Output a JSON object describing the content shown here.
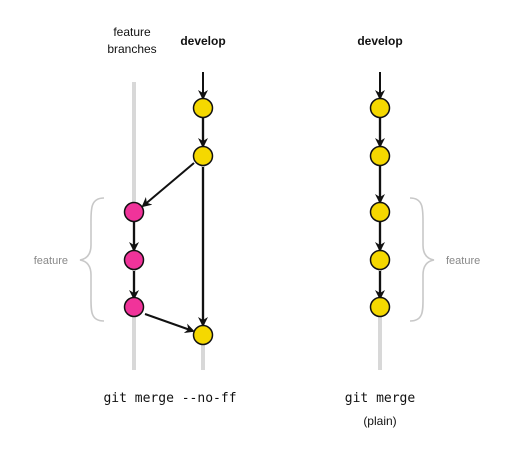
{
  "left_panel": {
    "feature_branches_label_line1": "feature",
    "feature_branches_label_line2": "branches",
    "develop_label": "develop",
    "feature_brace_label": "feature",
    "caption": "git merge --no-ff"
  },
  "right_panel": {
    "develop_label": "develop",
    "feature_brace_label": "feature",
    "caption_line1": "git merge",
    "caption_line2": "(plain)"
  },
  "colors": {
    "develop_commit": "#f5d800",
    "feature_commit": "#f0339a",
    "branch_line": "#d8d8d8",
    "brace": "#c8c8c8",
    "brace_label": "#888888",
    "arrow": "#111111"
  },
  "icons": {
    "commit": "commit-node-icon",
    "arrow": "arrow-icon",
    "brace": "curly-brace-icon"
  }
}
